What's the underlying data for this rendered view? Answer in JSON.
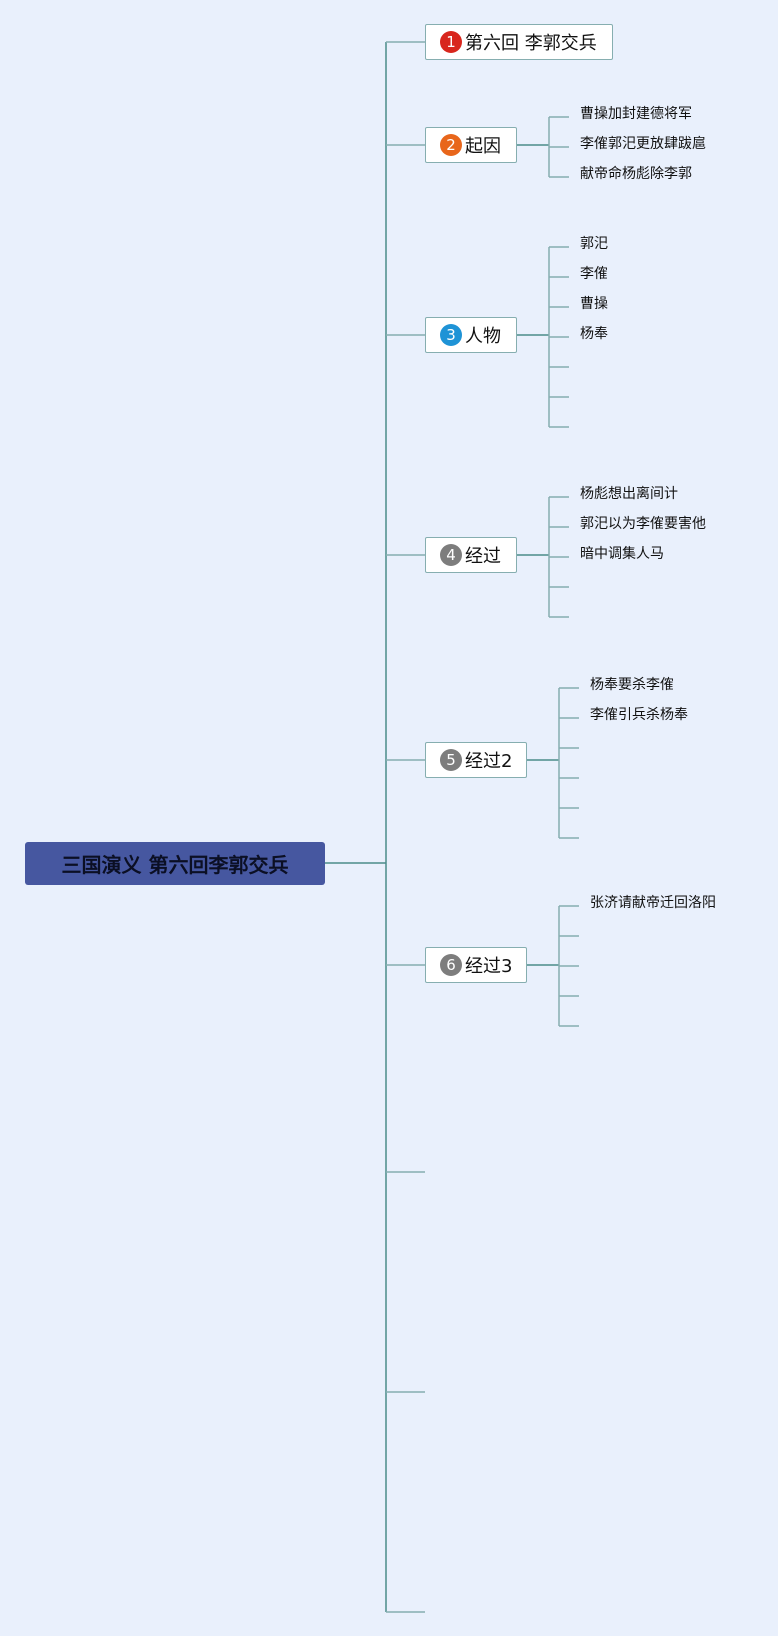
{
  "root": {
    "label": "三国演义 第六回李郭交兵"
  },
  "topics": [
    {
      "marker": "1",
      "marker_color": "#d8261d",
      "label": "第六回 李郭交兵",
      "children": []
    },
    {
      "marker": "2",
      "marker_color": "#e8661b",
      "label": "起因",
      "children": [
        "曹操加封建德将军",
        "李傕郭汜更放肆跋扈",
        "献帝命杨彪除李郭"
      ]
    },
    {
      "marker": "3",
      "marker_color": "#1e93d6",
      "label": "人物",
      "children": [
        "郭汜",
        "李傕",
        "曹操",
        "杨奉",
        "",
        "",
        ""
      ]
    },
    {
      "marker": "4",
      "marker_color": "#7d7d7d",
      "label": "经过",
      "children": [
        "杨彪想出离间计",
        "郭汜以为李傕要害他",
        "暗中调集人马",
        "",
        ""
      ]
    },
    {
      "marker": "5",
      "marker_color": "#7d7d7d",
      "label": "经过2",
      "children": [
        "杨奉要杀李傕",
        "李傕引兵杀杨奉",
        "",
        "",
        "",
        ""
      ]
    },
    {
      "marker": "6",
      "marker_color": "#7d7d7d",
      "label": "经过3",
      "children": [
        "张济请献帝迁回洛阳",
        "",
        "",
        "",
        ""
      ]
    }
  ],
  "empty_branches": 3,
  "colors": {
    "background": "#e9f0fc",
    "root_fill": "#4657a0",
    "line": "#86aeb0",
    "line_dark": "#4a8c8a"
  }
}
